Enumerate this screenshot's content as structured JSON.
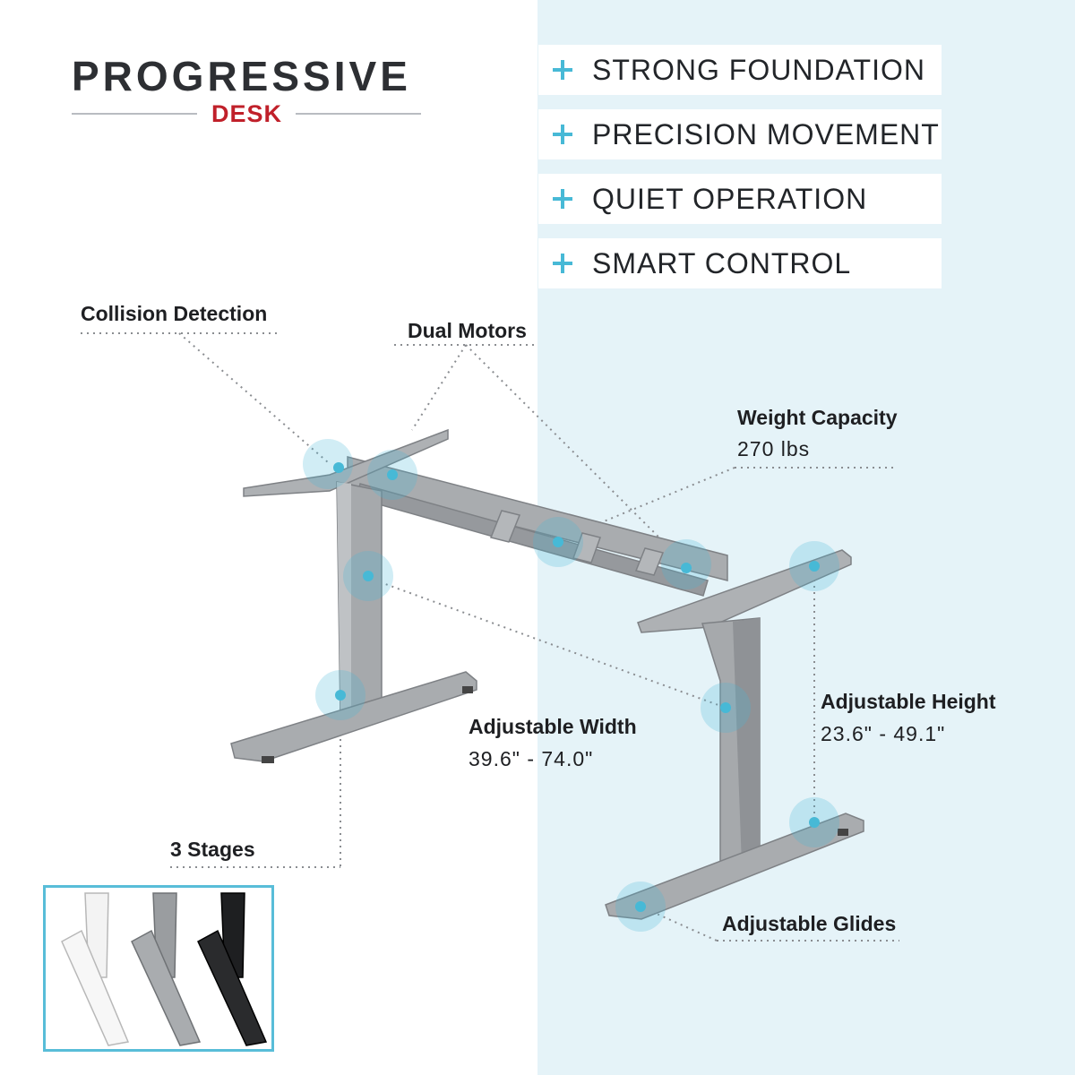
{
  "brand": {
    "name": "PROGRESSIVE",
    "sub": "DESK"
  },
  "features": [
    {
      "label": "STRONG FOUNDATION"
    },
    {
      "label": "PRECISION MOVEMENT"
    },
    {
      "label": "QUIET OPERATION"
    },
    {
      "label": "SMART CONTROL"
    }
  ],
  "callouts": {
    "collision": {
      "title": "Collision Detection"
    },
    "motors": {
      "title": "Dual Motors"
    },
    "weight": {
      "title": "Weight Capacity",
      "value": "270 lbs"
    },
    "width": {
      "title": "Adjustable Width",
      "value": "39.6\" - 74.0\""
    },
    "height": {
      "title": "Adjustable Height",
      "value": "23.6\" - 49.1\""
    },
    "stages": {
      "title": "3 Stages"
    },
    "glides": {
      "title": "Adjustable Glides"
    }
  },
  "colors": {
    "accent": "#47b9d6",
    "panel": "#e5f3f8",
    "frame": "#a9acaf",
    "brand_red": "#c0202a"
  },
  "inset": {
    "variants": [
      "white",
      "gray",
      "black"
    ]
  }
}
